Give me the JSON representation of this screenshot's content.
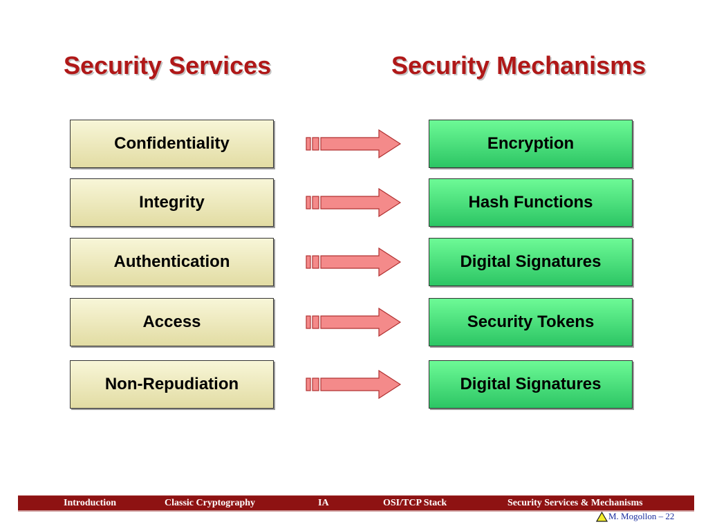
{
  "headings": {
    "services": "Security Services",
    "mechanisms": "Security Mechanisms"
  },
  "services": [
    "Confidentiality",
    "Integrity",
    "Authentication",
    "Access",
    "Non-Repudiation"
  ],
  "mechanisms": [
    "Encryption",
    "Hash Functions",
    "Digital Signatures",
    "Security Tokens",
    "Digital Signatures"
  ],
  "footer": {
    "nav": [
      "Introduction",
      "Classic Cryptography",
      "IA",
      "OSI/TCP Stack",
      "Security Services & Mechanisms"
    ],
    "credit": "M. Mogollon – 22"
  },
  "colors": {
    "heading": "#b01818",
    "service_box": "#efeabd",
    "mechanism_box": "#3ddc73",
    "arrow": "#f48a8a",
    "footer_bar": "#8e1212",
    "credit_text": "#1a2d9e"
  },
  "icons": {
    "arrow": "striped-right-arrow-icon",
    "home": "triangle-home-icon"
  }
}
